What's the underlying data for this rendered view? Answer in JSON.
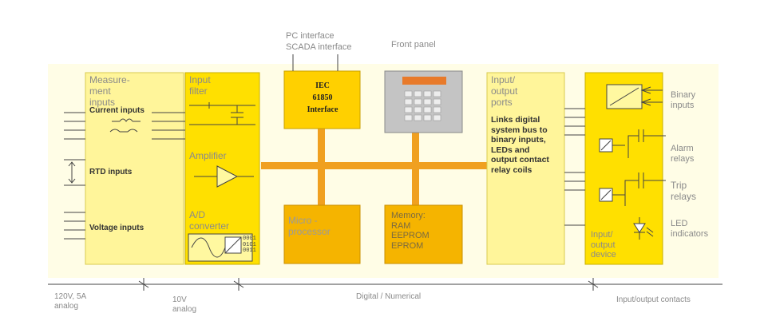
{
  "top_labels": {
    "pc_interface": "PC interface",
    "scada_interface": "SCADA interface",
    "front_panel": "Front panel"
  },
  "measurement_block": {
    "title_lines": [
      "Measure-",
      "ment",
      "inputs"
    ],
    "current_inputs": "Current inputs",
    "rtd_inputs": "RTD inputs",
    "voltage_inputs": "Voltage inputs"
  },
  "input_filter_block": {
    "title_lines": [
      "Input",
      "filter"
    ],
    "amplifier": "Amplifier",
    "ad_lines": [
      "A/D",
      "converter"
    ],
    "binary_code": [
      "0001",
      "0101",
      "0011"
    ]
  },
  "iec_block": {
    "lines": [
      "IEC",
      "61850",
      "Interface"
    ]
  },
  "microprocessor_block": {
    "lines": [
      "Micro -",
      "processor"
    ]
  },
  "memory_block": {
    "lines": [
      "Memory:",
      "RAM",
      "EEPROM",
      "EPROM"
    ]
  },
  "io_ports_block": {
    "title_lines": [
      "Input/",
      "output",
      "ports"
    ],
    "description_lines": [
      "Links digital",
      "system bus to",
      "binary inputs,",
      "LEDs and",
      "output contact",
      "relay coils"
    ]
  },
  "io_device_block": {
    "title_lines": [
      "Input/",
      "output",
      "device"
    ]
  },
  "right_labels": {
    "binary_inputs": [
      "Binary",
      "inputs"
    ],
    "alarm_relays": [
      "Alarm",
      "relays"
    ],
    "trip_relays": [
      "Trip",
      "relays"
    ],
    "led_indicators": [
      "LED",
      "indicators"
    ]
  },
  "bottom_labels": {
    "analog_120v": [
      "120V, 5A",
      "analog"
    ],
    "analog_10v": [
      "10V",
      "analog"
    ],
    "digital_numerical": "Digital / Numerical",
    "io_contacts": "Input/output contacts"
  },
  "colors": {
    "light_block": "#FFF59A",
    "yellow_block": "#FFE000",
    "orange_block": "#F5B400",
    "bus": "#F0A020",
    "panel_gray": "#C4C4C4",
    "lines": "#444444"
  }
}
